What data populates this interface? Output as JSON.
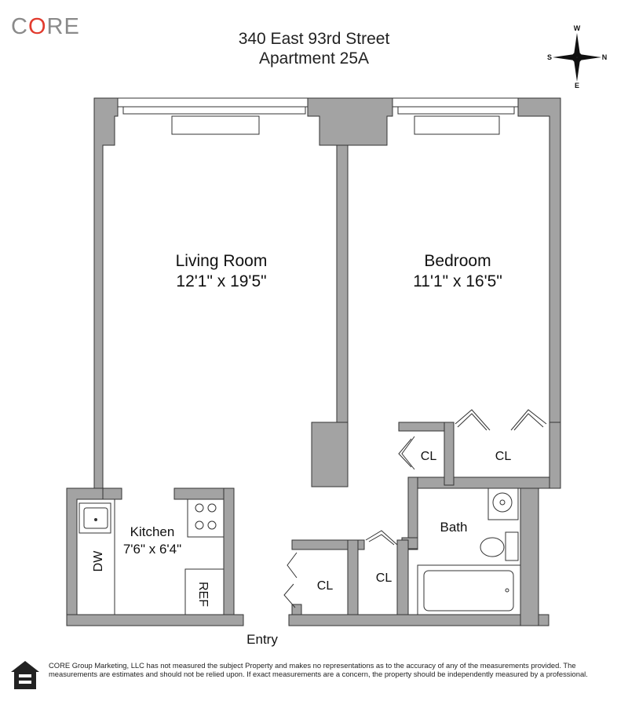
{
  "logo": {
    "pre": "C",
    "accent": "O",
    "post": "RE",
    "gray": "#8a8a8a",
    "accent_color": "#e23b2e"
  },
  "header": {
    "address": "340 East 93rd Street",
    "unit": "Apartment 25A"
  },
  "compass": {
    "w": "W",
    "s": "S",
    "n": "N",
    "e": "E"
  },
  "rooms": {
    "living": {
      "name": "Living Room",
      "size": "12'1\" x 19'5\""
    },
    "bedroom": {
      "name": "Bedroom",
      "size": "11'1\" x 16'5\""
    },
    "kitchen": {
      "name": "Kitchen",
      "size": "7'6\" x 6'4\""
    },
    "bath": {
      "name": "Bath"
    },
    "closet": "CL",
    "dw": "DW",
    "ref": "REF",
    "entry": "Entry"
  },
  "disclaimer": "CORE Group Marketing, LLC has not measured the subject Property and makes no representations as to the accuracy of any of the measurements provided. The measurements are estimates and should not be relied upon. If exact measurements are a concern, the property should be independently measured by a professional.",
  "colors": {
    "wall": "#a3a3a3",
    "outline": "#333333"
  }
}
